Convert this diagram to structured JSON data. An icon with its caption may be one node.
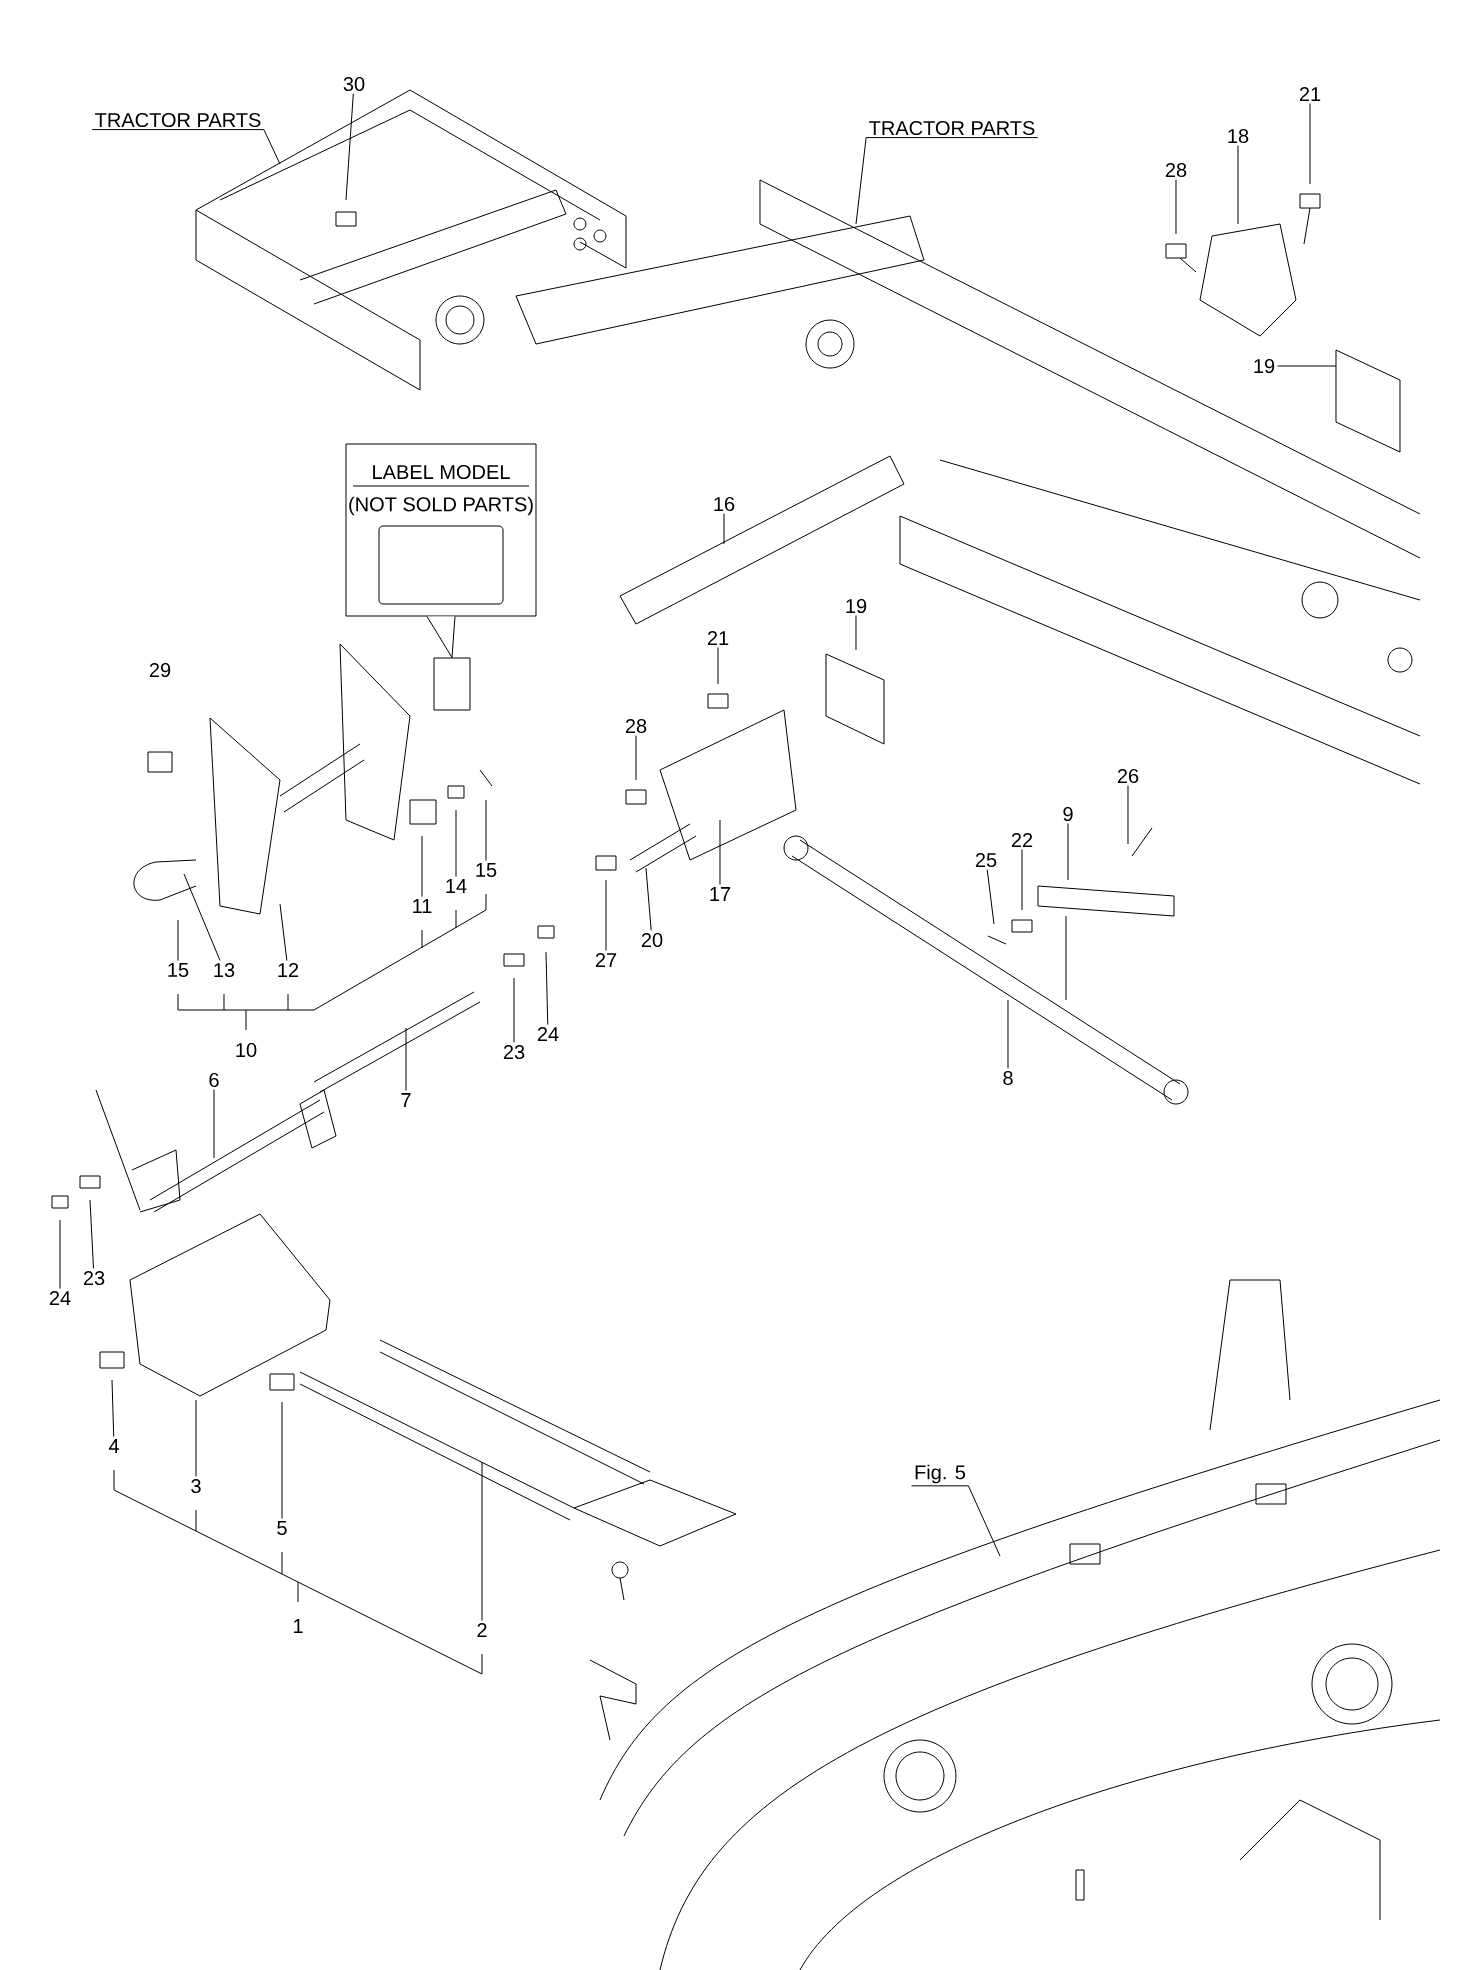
{
  "diagram": {
    "nodes": [
      {
        "text": [
          "TRACTOR PARTS"
        ]
      },
      {
        "text": [
          "30"
        ]
      },
      {
        "text": [
          "TRACTOR PARTS"
        ]
      },
      {
        "text": [
          "21"
        ]
      },
      {
        "text": [
          "18"
        ]
      },
      {
        "text": [
          "28"
        ]
      },
      {
        "text": [
          "19"
        ]
      },
      {
        "text": [
          "LABEL MODEL",
          "(NOT SOLD PARTS)"
        ]
      },
      {
        "text": [],
        "shape": "box"
      },
      {
        "text": [
          "16"
        ]
      },
      {
        "text": [
          "19"
        ]
      },
      {
        "text": [
          "21"
        ]
      },
      {
        "text": [
          "28"
        ]
      },
      {
        "text": [
          "11"
        ]
      },
      {
        "text": [
          "14"
        ]
      },
      {
        "text": [
          "15"
        ]
      },
      {
        "text": [
          "17"
        ]
      },
      {
        "text": [
          "26"
        ]
      },
      {
        "text": [
          "9"
        ]
      },
      {
        "text": [
          "22"
        ]
      },
      {
        "text": [
          "25"
        ]
      },
      {
        "text": [
          "20"
        ]
      },
      {
        "text": [
          "27"
        ]
      },
      {
        "text": [
          "15"
        ]
      },
      {
        "text": [
          "13"
        ]
      },
      {
        "text": [
          "12"
        ]
      },
      {
        "text": [
          "23"
        ]
      },
      {
        "text": [
          "24"
        ]
      },
      {
        "text": [
          "7"
        ]
      },
      {
        "text": [
          "6"
        ]
      },
      {
        "text": [
          "8"
        ]
      },
      {
        "text": [
          "Fig. 5"
        ]
      },
      {
        "text": [
          "24"
        ]
      },
      {
        "text": [
          "23"
        ]
      },
      {
        "text": [
          "4"
        ]
      },
      {
        "text": [
          "3"
        ]
      },
      {
        "text": [
          "5"
        ]
      },
      {
        "text": [
          "2"
        ]
      }
    ],
    "edges": [
      {
        "from": 0,
        "to": null,
        "arrow": "none"
      },
      {
        "from": 1,
        "to": null,
        "arrow": "none"
      },
      {
        "from": 2,
        "to": null,
        "arrow": "none"
      },
      {
        "from": 3,
        "to": null,
        "arrow": "none"
      },
      {
        "from": 4,
        "to": null,
        "arrow": "none"
      },
      {
        "from": 5,
        "to": null,
        "arrow": "none"
      },
      {
        "from": 6,
        "to": null,
        "arrow": "none"
      },
      {
        "from": 7,
        "to": 8,
        "arrow": "to"
      },
      {
        "from": 9,
        "to": null,
        "arrow": "none"
      },
      {
        "from": 10,
        "to": null,
        "arrow": "none"
      },
      {
        "from": 11,
        "to": null,
        "arrow": "none"
      },
      {
        "from": 12,
        "to": null,
        "arrow": "none"
      },
      {
        "from": 13,
        "to": null,
        "arrow": "none"
      },
      {
        "from": 14,
        "to": null,
        "arrow": "none"
      },
      {
        "from": 15,
        "to": null,
        "arrow": "none"
      },
      {
        "from": 16,
        "to": null,
        "arrow": "none"
      },
      {
        "from": 17,
        "to": null,
        "arrow": "none"
      },
      {
        "from": 18,
        "to": null,
        "arrow": "none"
      },
      {
        "from": 19,
        "to": null,
        "arrow": "none"
      },
      {
        "from": 20,
        "to": null,
        "arrow": "none"
      },
      {
        "from": 21,
        "to": null,
        "arrow": "none"
      },
      {
        "from": 22,
        "to": null,
        "arrow": "none"
      },
      {
        "from": 23,
        "to": null,
        "arrow": "none"
      },
      {
        "from": 24,
        "to": null,
        "arrow": "none"
      },
      {
        "from": 25,
        "to": null,
        "arrow": "none"
      },
      {
        "from": 26,
        "to": null,
        "arrow": "none"
      },
      {
        "from": 27,
        "to": null,
        "arrow": "none"
      },
      {
        "from": 28,
        "to": null,
        "arrow": "none"
      },
      {
        "from": 29,
        "to": null,
        "arrow": "none"
      },
      {
        "from": 30,
        "to": null,
        "arrow": "none"
      },
      {
        "from": 31,
        "to": null,
        "arrow": "none"
      },
      {
        "from": 32,
        "to": null,
        "arrow": "none"
      },
      {
        "from": 33,
        "to": null,
        "arrow": "none"
      },
      {
        "from": 34,
        "to": null,
        "arrow": "none"
      },
      {
        "from": 35,
        "to": null,
        "arrow": "none"
      },
      {
        "from": 36,
        "to": null,
        "arrow": "none"
      },
      {
        "from": 37,
        "to": null,
        "arrow": "none"
      }
    ],
    "labels": [
      "29",
      "10",
      "1"
    ]
  }
}
